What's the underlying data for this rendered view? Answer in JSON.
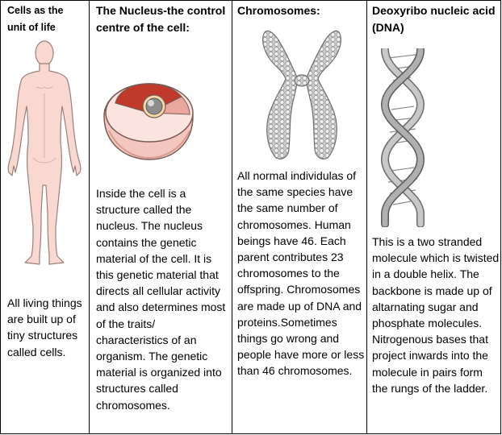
{
  "columns": [
    {
      "heading": "Cells as the unit of life",
      "text": "All living things are built up of tiny structures called cells.",
      "image_icon": "human-body-icon"
    },
    {
      "heading": "The Nucleus-the control centre of the cell:",
      "text": "Inside the cell is a structure called the nucleus. The nucleus contains the genetic material of the cell. It is this genetic material that directs all cellular activity and also determines most of the traits/ characteristics of an organism. The genetic material is organized into structures called chromosomes.",
      "image_icon": "cell-nucleus-icon"
    },
    {
      "heading": "Chromosomes:",
      "text": "All normal individulas of the same species have the same number of chromosomes. Human beings have 46. Each parent contributes 23 chromosomes to the offspring. Chromosomes are made up of DNA and proteins.Sometimes things go wrong and people have more or less than 46 chromosomes.",
      "image_icon": "chromosome-icon"
    },
    {
      "heading": "Deoxyribo nucleic acid (DNA)",
      "text": "This is a two stranded molecule which is twisted in a double helix. The backbone is made up of altarnating sugar and phosphate molecules. Nitrogenous bases that project inwards into the molecule in pairs form the rungs of the ladder.",
      "image_icon": "dna-helix-icon"
    }
  ],
  "colors": {
    "skin": "#f9d8d2",
    "skin_outline": "#9a7f7a",
    "cell_red": "#c0392b",
    "chromosome": "#c9c9c9",
    "dna": "#b5b5b5"
  }
}
